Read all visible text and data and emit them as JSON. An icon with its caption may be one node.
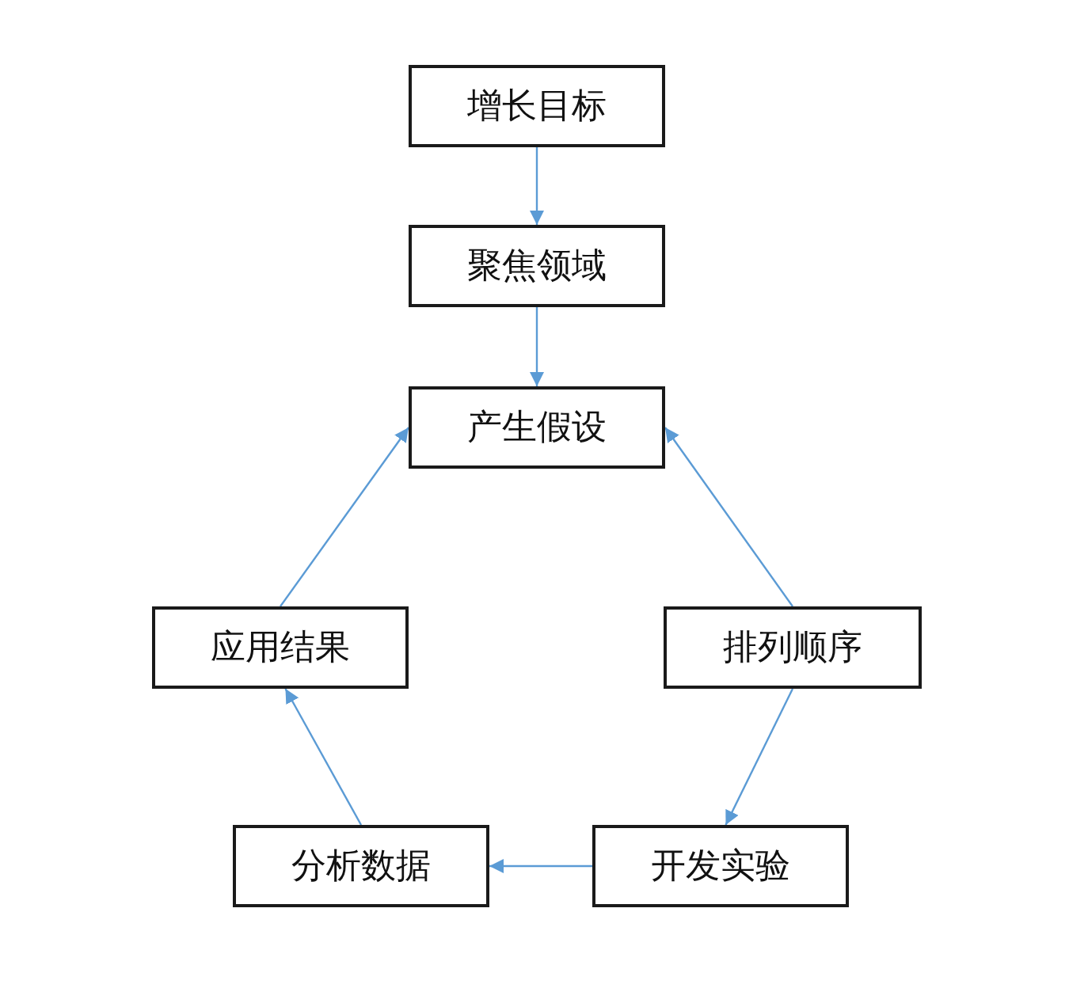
{
  "diagram": {
    "nodes": [
      {
        "text": [
          "增长目标"
        ]
      },
      {
        "text": [
          "聚焦领域"
        ]
      },
      {
        "text": [
          "产生假设"
        ]
      },
      {
        "text": [
          "应用结果"
        ]
      },
      {
        "text": [
          "排列顺序"
        ]
      },
      {
        "text": [
          "开发实验"
        ]
      },
      {
        "text": [
          "分析数据"
        ]
      }
    ],
    "edges": [
      {
        "from": 0,
        "to": 1,
        "arrow": "to"
      },
      {
        "from": 1,
        "to": 2,
        "arrow": "to"
      },
      {
        "from": 4,
        "to": 2,
        "arrow": "to"
      },
      {
        "from": 4,
        "to": 5,
        "arrow": "to"
      },
      {
        "from": 5,
        "to": 6,
        "arrow": "to"
      },
      {
        "from": 6,
        "to": 3,
        "arrow": "to"
      },
      {
        "from": 3,
        "to": 2,
        "arrow": "to"
      }
    ]
  }
}
